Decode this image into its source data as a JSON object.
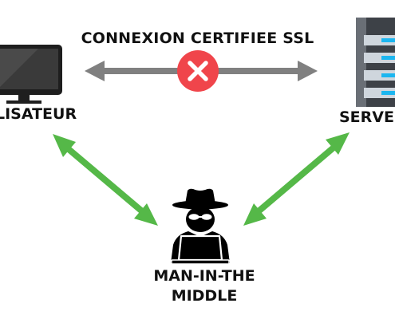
{
  "diagram": {
    "title": "CONNEXION CERTIFIEE SSL",
    "user_label": "LISATEUR",
    "server_label": "SERVE",
    "mitm_label": "MAN-IN-THE MIDDLE"
  },
  "colors": {
    "gray_arrow": "#808080",
    "green_arrow": "#55b848",
    "blocked_circle": "#f0454b",
    "monitor": "#1e1e1e",
    "server_body": "#3d4147",
    "server_accent": "#1cb6f0",
    "hacker": "#000000"
  },
  "icons": {
    "monitor": "monitor-icon",
    "server": "server-rack-icon",
    "blocked": "close-circle-icon",
    "hacker": "hacker-icon"
  }
}
